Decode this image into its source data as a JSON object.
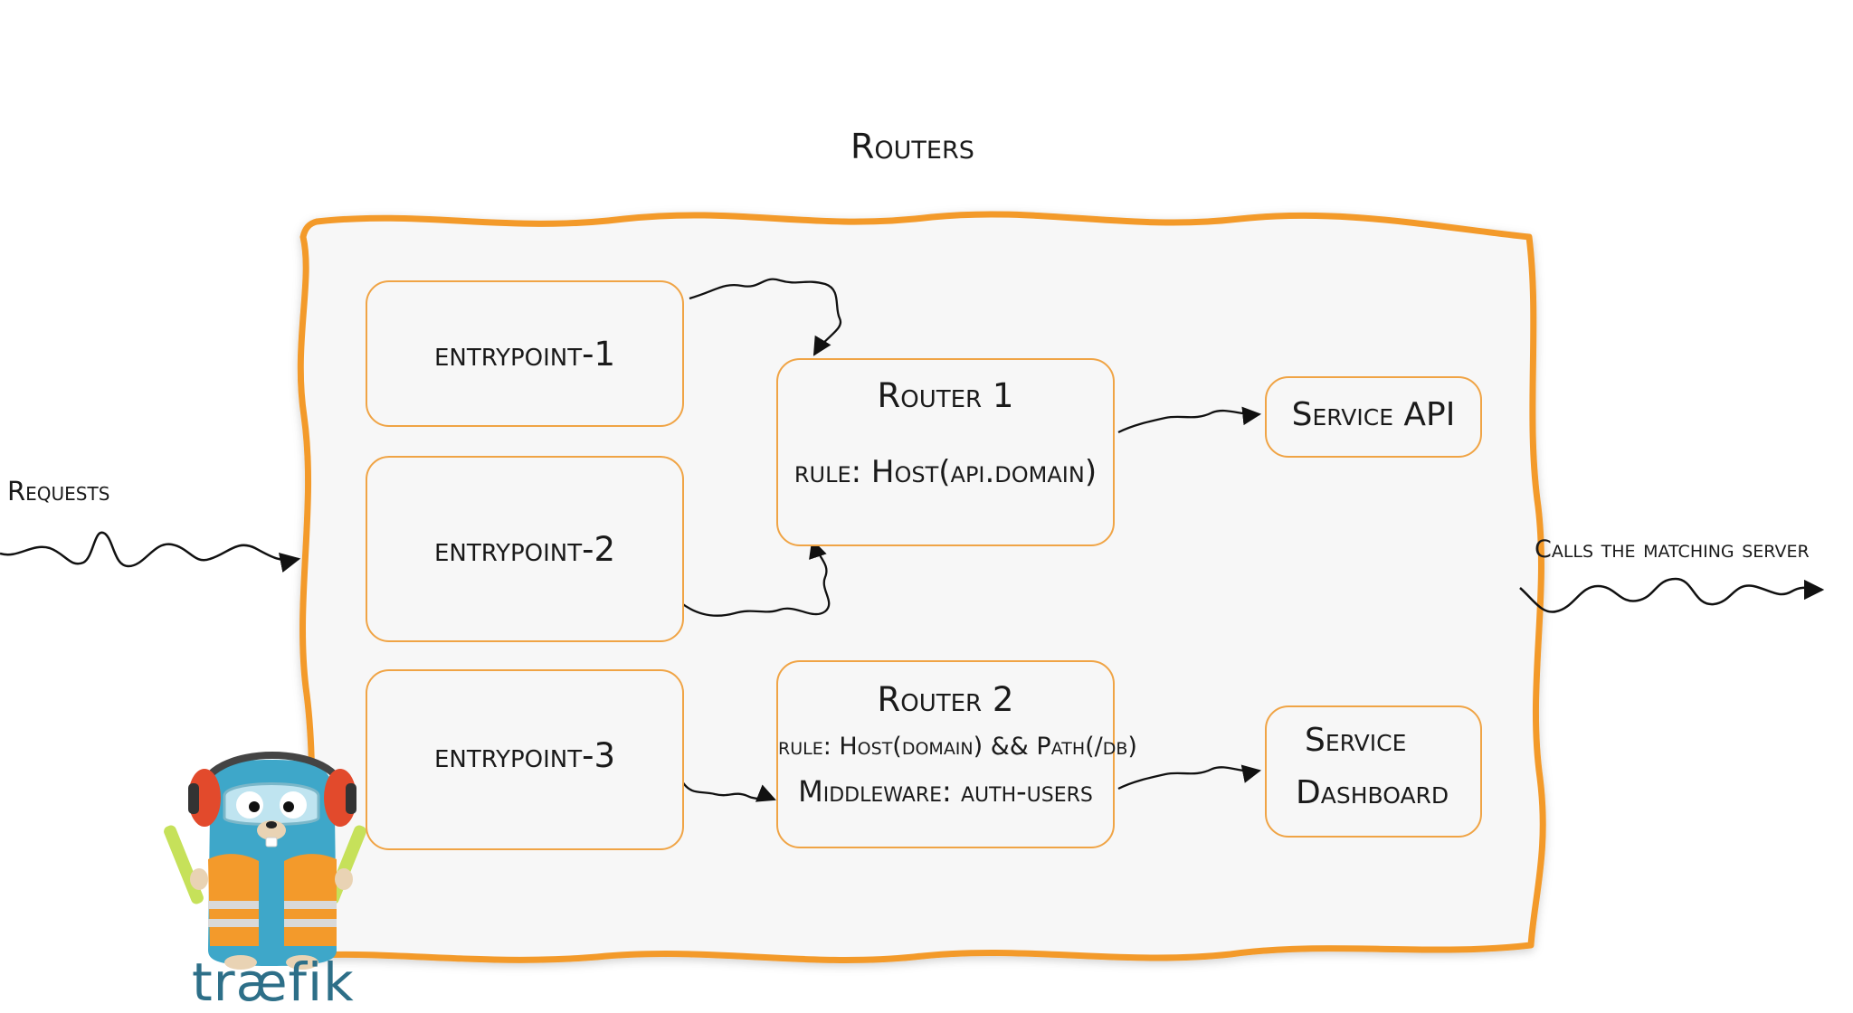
{
  "diagram": {
    "title": "Routers",
    "requests_label": "Requests",
    "output_label": "Calls the matching server",
    "entrypoints": [
      "entrypoint-1",
      "entrypoint-2",
      "entrypoint-3"
    ],
    "routers": [
      {
        "title": "Router 1",
        "rule": "rule: Host(api.domain)"
      },
      {
        "title": "Router 2",
        "rule": "rule: Host(domain) && Path(/db)",
        "middleware": "Middleware: auth-users"
      }
    ],
    "services": [
      {
        "line1": "Service API"
      },
      {
        "line1": "Service",
        "line2": "Dashboard"
      }
    ],
    "logo_text": "træfik"
  },
  "colors": {
    "frame_orange": "#f39a2b",
    "box_border": "#f0a445",
    "box_fill": "#f7f7f7",
    "gopher_blue": "#3ea7c9",
    "vest_orange": "#f39a2b",
    "stick_green": "#c6e15a",
    "text": "#1a1a1a"
  },
  "icons": {
    "mascot": "gopher-mascot-icon"
  }
}
